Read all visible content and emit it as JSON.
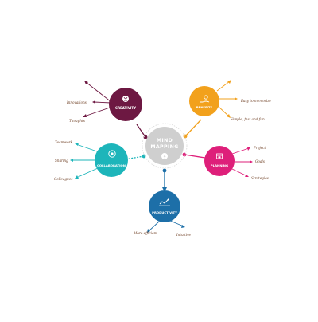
{
  "diagram": {
    "center": {
      "line1": "MIND",
      "line2": "MAPPING",
      "color": "#cfcfcf",
      "ring": "#d8d8d8"
    },
    "nodes": [
      {
        "key": "creativity",
        "label": "CREATIVITY",
        "color": "#6d1842",
        "icon": "brain-icon",
        "leaves": [
          "Innovations",
          "Thoughts"
        ]
      },
      {
        "key": "benefits",
        "label": "BENEFITS",
        "color": "#f2a11c",
        "icon": "hand-coin-icon",
        "leaves": [
          "Easy to memorize",
          "Simple, fast and fun"
        ]
      },
      {
        "key": "collaboration",
        "label": "COLLABORATION",
        "color": "#1db5ba",
        "icon": "people-icon",
        "leaves": [
          "Teamwork",
          "Sharing",
          "Colleagues"
        ]
      },
      {
        "key": "planning",
        "label": "PLANNING",
        "color": "#de1f7a",
        "icon": "calendar-icon",
        "leaves": [
          "Project",
          "Goals",
          "Strategies"
        ]
      },
      {
        "key": "productivity",
        "label": "PRODUCTIVITY",
        "color": "#1d6fa8",
        "icon": "chart-up-icon",
        "leaves": [
          "More efficient",
          "Intuitive"
        ]
      }
    ]
  }
}
